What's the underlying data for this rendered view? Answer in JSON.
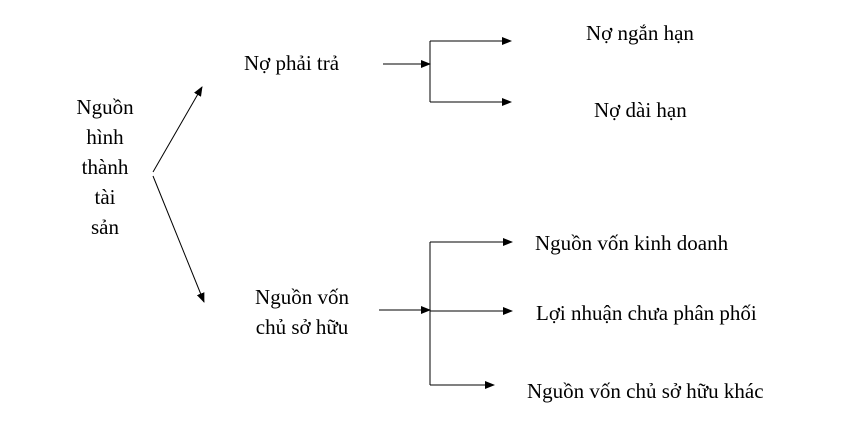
{
  "diagram": {
    "root": {
      "lines": [
        "Nguồn",
        "hình",
        "thành",
        "tài",
        "sản"
      ]
    },
    "branch_liabilities": {
      "label": "Nợ phải trả",
      "children": [
        "Nợ ngắn hạn",
        "Nợ dài hạn"
      ]
    },
    "branch_equity": {
      "lines": [
        "Nguồn vốn",
        "chủ sở hữu"
      ],
      "children": [
        "Nguồn vốn kinh doanh",
        "Lợi nhuận chưa phân phối",
        "Nguồn vốn chủ sở hữu khác"
      ]
    }
  }
}
